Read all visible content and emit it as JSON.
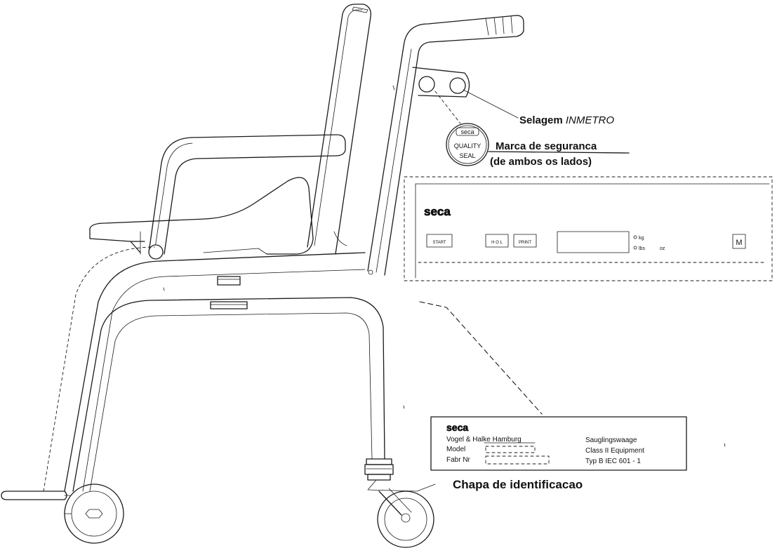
{
  "callouts": {
    "selagem_prefix": "Selagem ",
    "selagem_brand": "INMETRO",
    "marca_line1": "Marca de seguranca",
    "marca_line2": "(de ambos os lados)",
    "chapa": "Chapa de identificacao"
  },
  "seal": {
    "brand": "seca",
    "line1": "QUALITY",
    "line2": "SEAL"
  },
  "display_panel": {
    "logo": "seca",
    "start_button": "START",
    "button_2": "H O L",
    "button_3": "PRINT",
    "unit_kg": "kg",
    "unit_lbs": "lbs",
    "unit_oz": "oz",
    "mode_button": "M"
  },
  "id_plate": {
    "logo": "seca",
    "maker_line": "Vogel  &  Halke  Hamburg",
    "model_label": "Model",
    "serial_label": "Fabr Nr",
    "right_line1": "Sauglingswaage",
    "right_line2": "Class II Equipment",
    "right_line3": "Typ B IEC 601 - 1"
  }
}
